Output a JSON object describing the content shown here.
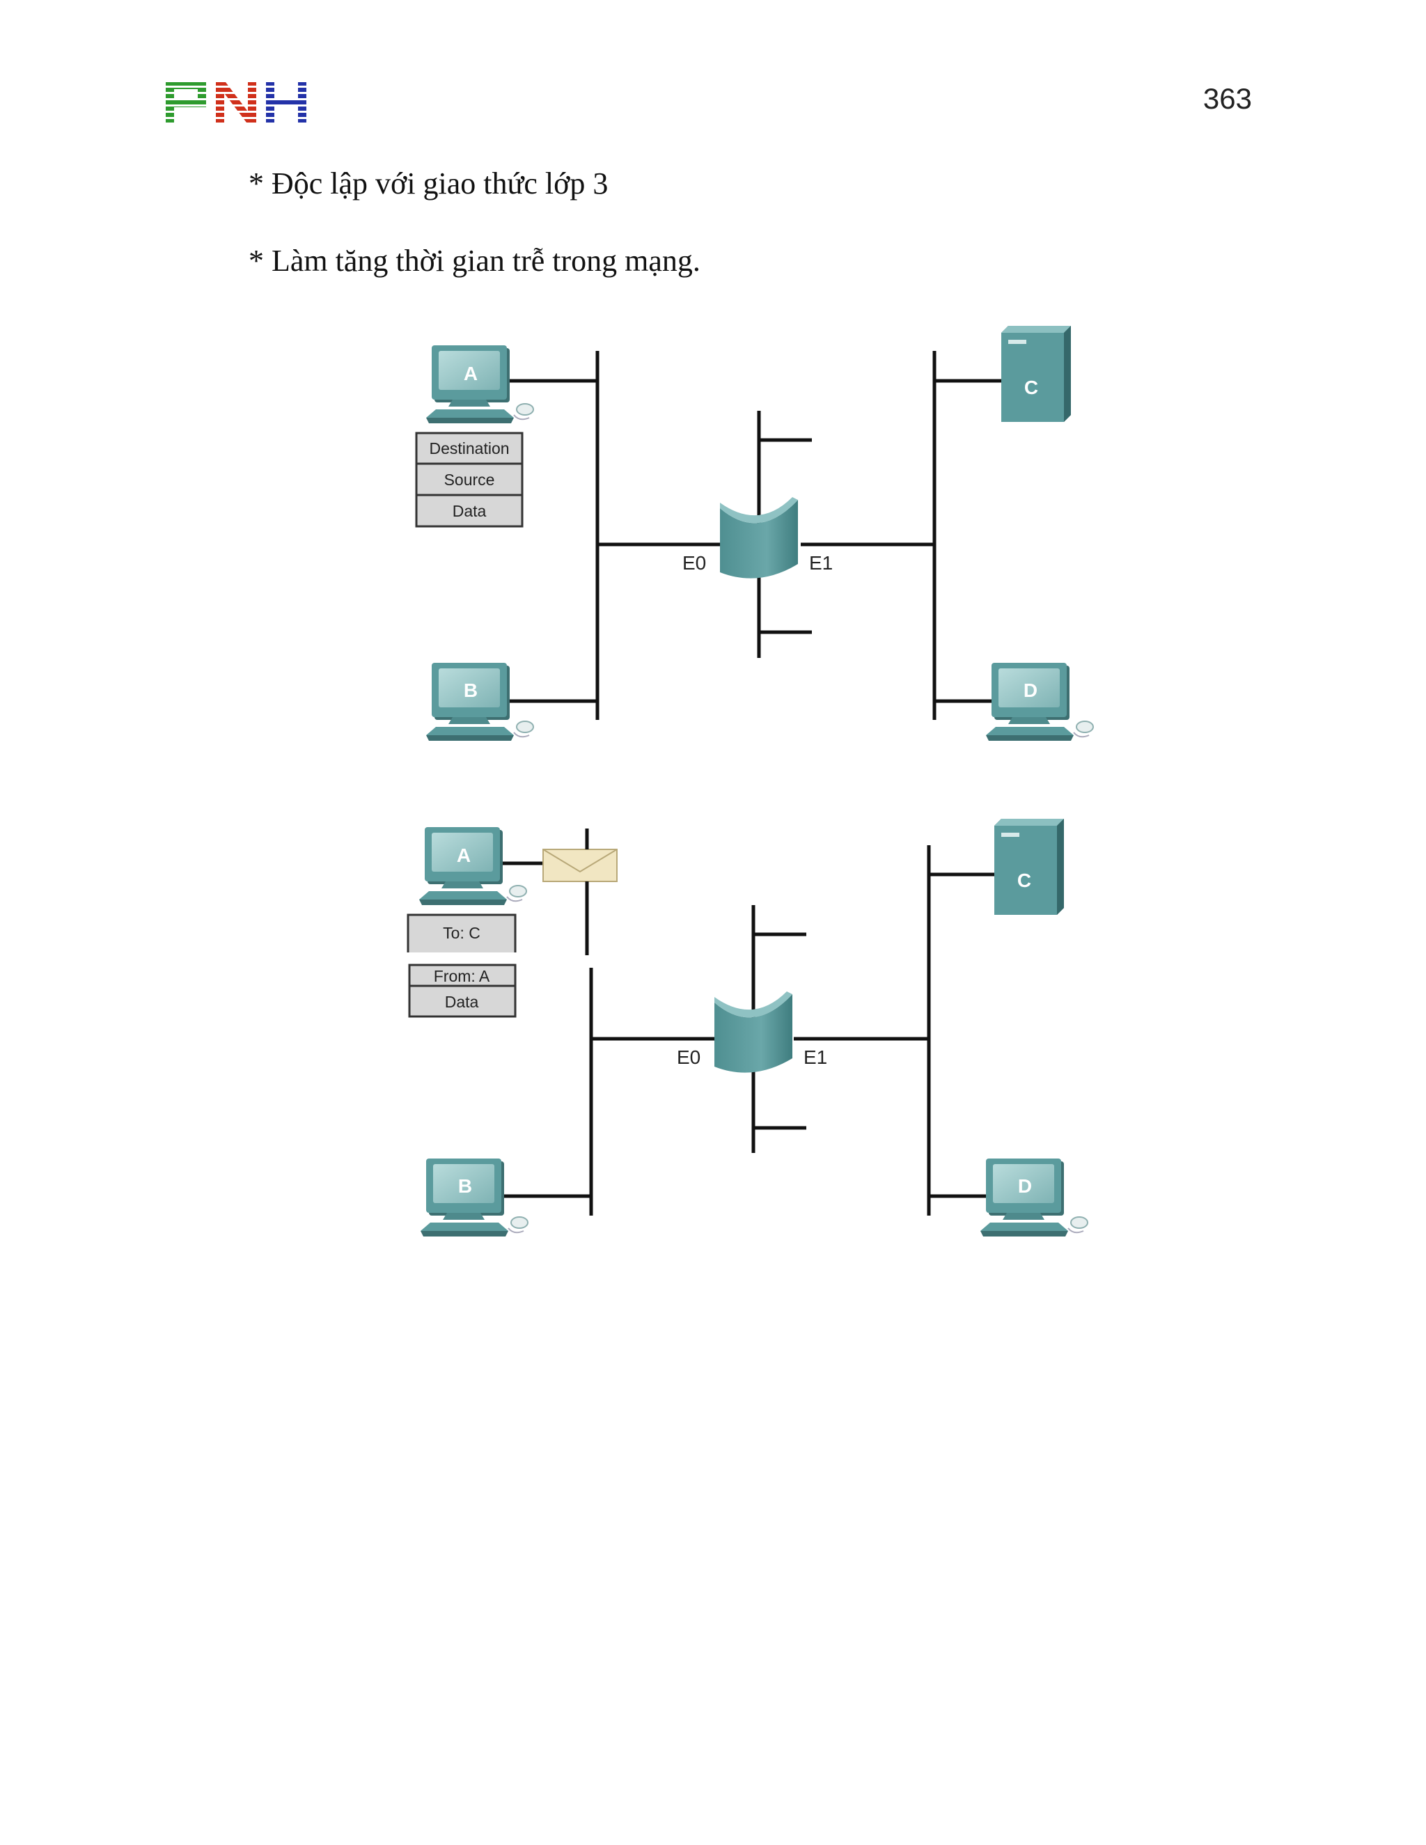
{
  "header": {
    "logo_text": "PNH",
    "page_number": "363"
  },
  "bullets": [
    "* Độc lập với giao thức lớp 3",
    "* Làm tăng thời gian trễ trong mạng."
  ],
  "diagram1": {
    "host_a": "A",
    "host_b": "B",
    "server_c": "C",
    "host_d": "D",
    "frame_fields": [
      "Destination",
      "Source",
      "Data"
    ],
    "port_left": "E0",
    "port_right": "E1"
  },
  "diagram2": {
    "host_a": "A",
    "host_b": "B",
    "server_c": "C",
    "host_d": "D",
    "frame_fields": [
      "To: C",
      "From: A",
      "Data"
    ],
    "port_left": "E0",
    "port_right": "E1"
  },
  "colors": {
    "device_teal": "#5b9b9d",
    "logo_green": "#2e9b2e",
    "logo_red": "#d0301b",
    "logo_blue": "#2332a8"
  }
}
